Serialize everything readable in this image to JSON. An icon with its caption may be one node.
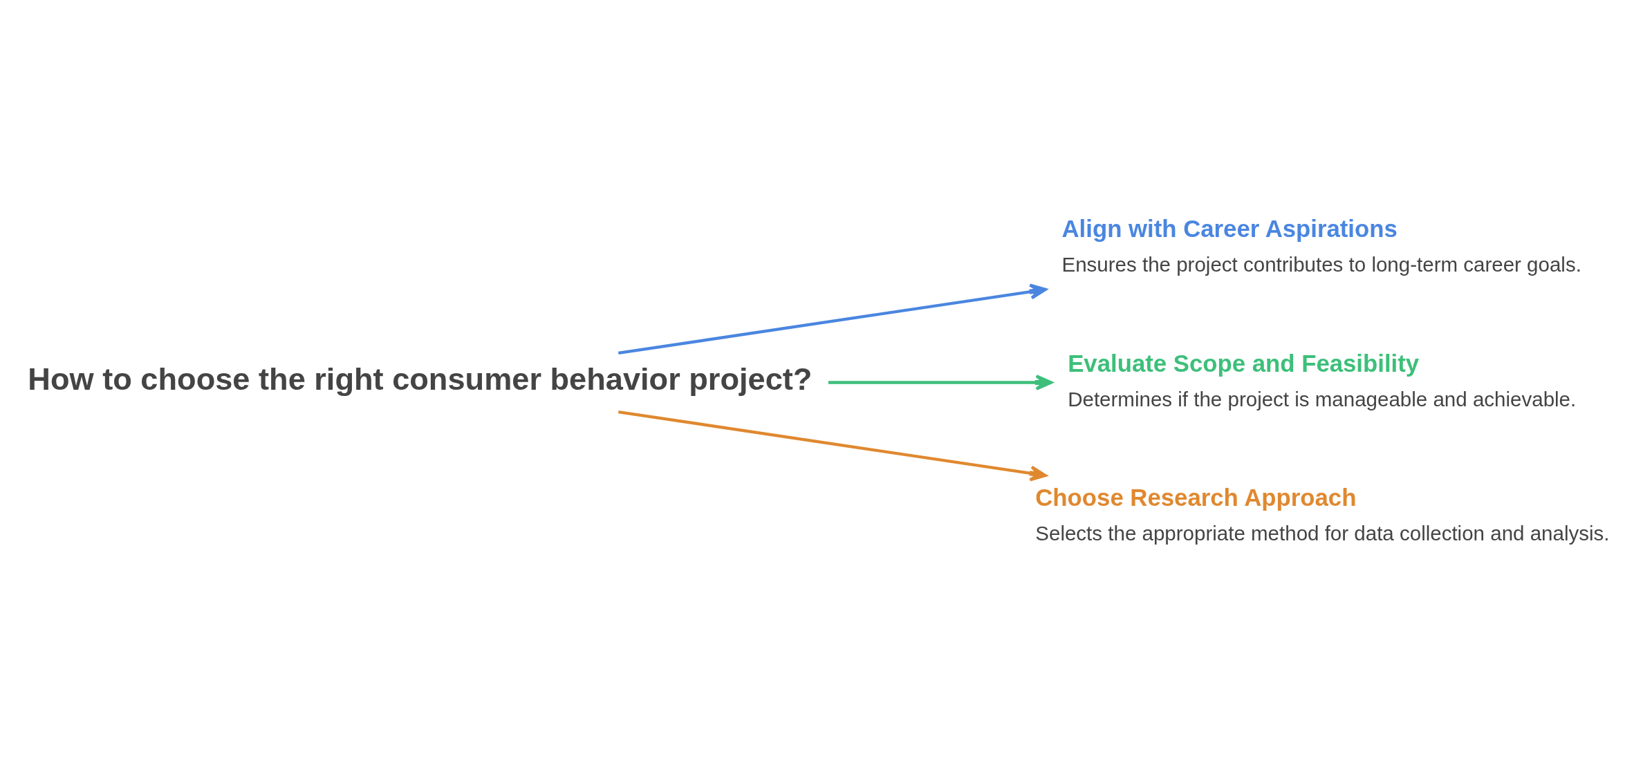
{
  "diagram": {
    "nodes": [
      {
        "text": [
          "How to choose the right consumer behavior project?"
        ]
      },
      {
        "text": [
          "Align with Career Aspirations",
          "Ensures the project contributes to long-term career goals."
        ]
      },
      {
        "text": [
          "Evaluate Scope and Feasibility",
          "Determines if the project is manageable and achievable."
        ]
      },
      {
        "text": [
          "Choose Research Approach",
          "Selects the appropriate method for data collection and analysis."
        ]
      }
    ],
    "edges": [
      {
        "from": 0,
        "to": 1,
        "arrow": "to",
        "color": "#4a86e0"
      },
      {
        "from": 0,
        "to": 2,
        "arrow": "to",
        "color": "#3dbf7a"
      },
      {
        "from": 0,
        "to": 3,
        "arrow": "to",
        "color": "#e0882f"
      }
    ]
  }
}
